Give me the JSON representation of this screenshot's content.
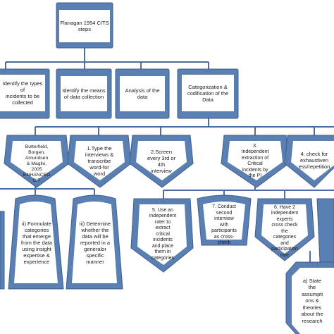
{
  "colors": {
    "box_fill": "#5a7fb3",
    "box_edge": "#3e5f8e",
    "inner_fill": "#ffffff",
    "connector": "#4a6f9f",
    "text": "#1b1b1b"
  },
  "root": {
    "label": "Flanagan 1954 CITS\nsteps"
  },
  "level1": [
    {
      "id": "identify-incidents",
      "label": "Identify the types of\nincidents to be\ncollected"
    },
    {
      "id": "identify-means",
      "label": "Identify the means\nof data collection"
    },
    {
      "id": "analysis",
      "label": "Analysis of the data"
    },
    {
      "id": "categorization",
      "label": "Categorization &\ncodification of the\nData"
    }
  ],
  "level2": [
    {
      "id": "authors",
      "label": "Butterfield,\nBorgen,\nAmundsen\n& Maglio,\n2005\nENHANCED\nCIT"
    },
    {
      "id": "step1",
      "label": "1.Type the\ninterviews &\ntranscribe\nword-for\nword"
    },
    {
      "id": "step2",
      "label": "2.Screen\nevery 3rd or\n4th\ninterview"
    },
    {
      "id": "step3",
      "label": "3.\nIndependent\nextraction of\nCritical\nincidents by\nthe PI"
    },
    {
      "id": "step4",
      "label": "4. check for\nexhaustiven\ness/repetition"
    }
  ],
  "level3": [
    {
      "id": "step-ii",
      "label": "ii) Formulate\ncategories\nthat emerge\nfrom the data\nusing insight\nexpertise &\nexperience"
    },
    {
      "id": "step-iii",
      "label": "iii) Determine\nwhether the\ndata will be\nreported in a\ngeneralor\nspecific\nmanner"
    },
    {
      "id": "step5",
      "label": "5. Use an\nindependent\nrater to\nextract\ncritical\nincidents\nand place\nthem in\ncategories"
    },
    {
      "id": "step7",
      "label": "7. Conduct\nsecond\ninterview\nwith\nparticipants\nas cross-\ncheck"
    },
    {
      "id": "step6",
      "label": "6. Have 2\nindependent\nexperts\ncross check\nthe\ncategories\nand\nparticipation\nrate"
    }
  ],
  "level4": [
    {
      "id": "step-a",
      "label": "a) State\nthe\nassumpti\nons &\ntheories\nabout the\nresearch"
    }
  ]
}
